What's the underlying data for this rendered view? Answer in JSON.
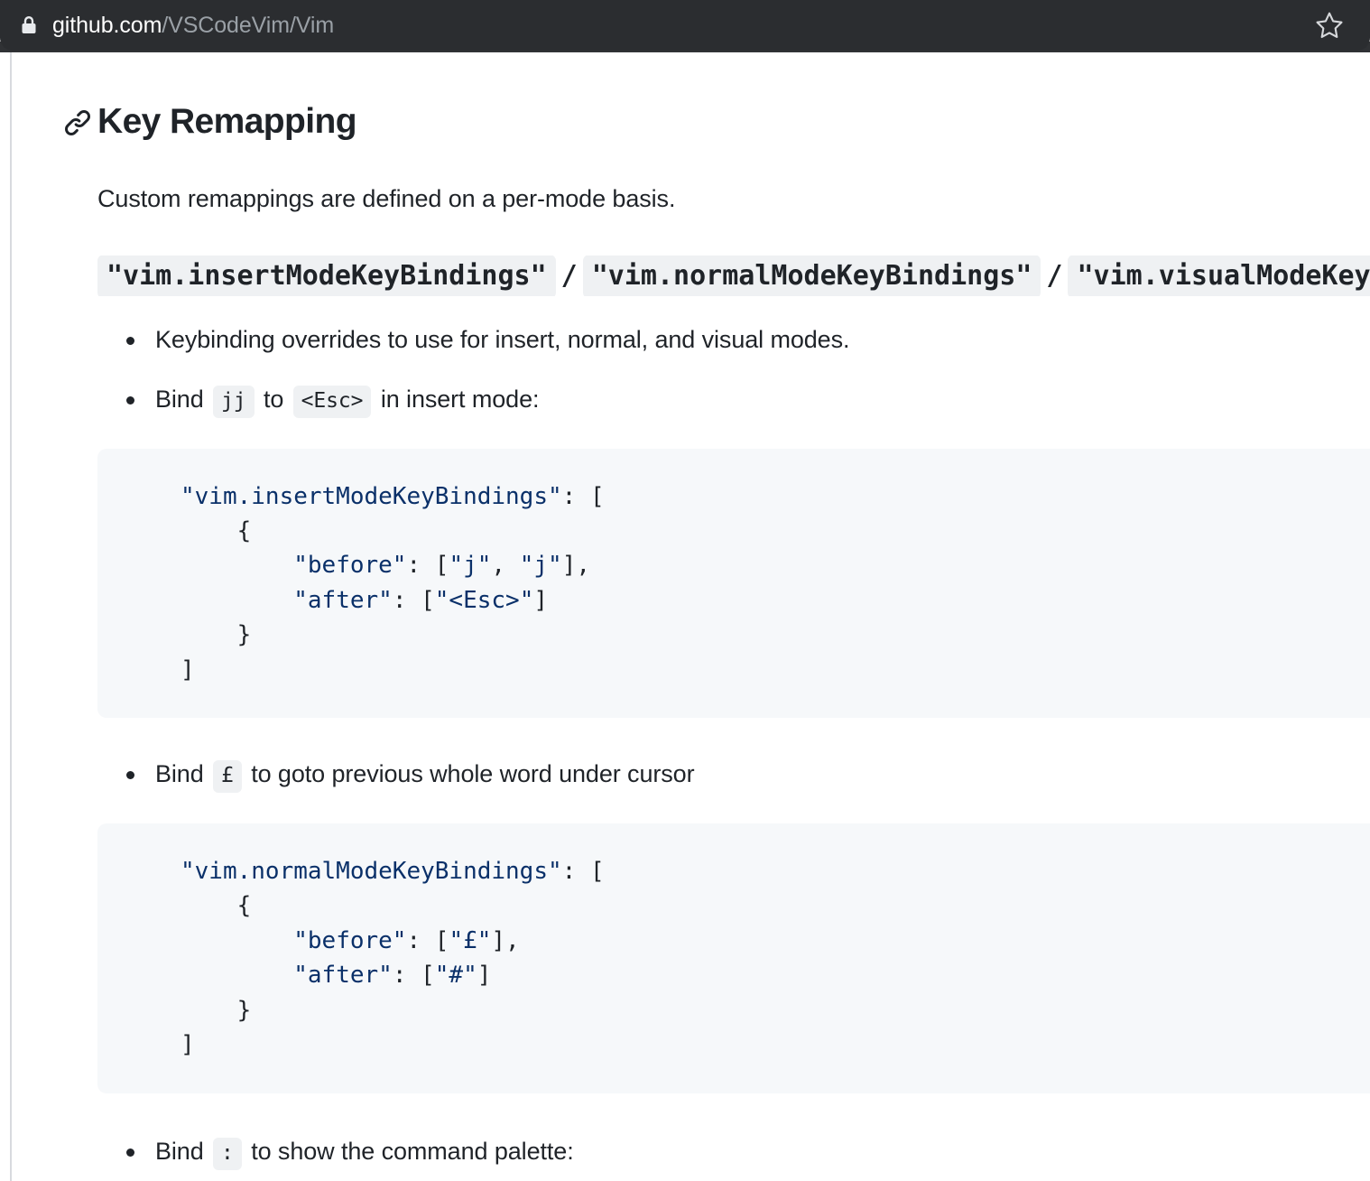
{
  "browser": {
    "lock_icon": "lock-icon",
    "url_host": "github.com",
    "url_path": "/VSCodeVim/Vim",
    "bookmark_icon": "star-icon"
  },
  "heading": {
    "anchor_icon": "link-icon",
    "title": "Key Remapping"
  },
  "intro_paragraph": "Custom remappings are defined on a per-mode basis.",
  "settings_line": {
    "codes": [
      "\"vim.insertModeKeyBindings\"",
      "\"vim.normalModeKeyBindings\"",
      "\"vim.visualModeKeyBindings\""
    ],
    "separator": "/"
  },
  "bullets": [
    {
      "id": "overrides",
      "parts": [
        {
          "type": "text",
          "value": "Keybinding overrides to use for insert, normal, and visual modes."
        }
      ]
    },
    {
      "id": "bind-jj",
      "parts": [
        {
          "type": "text",
          "value": "Bind "
        },
        {
          "type": "code",
          "value": "jj"
        },
        {
          "type": "text",
          "value": " to "
        },
        {
          "type": "code",
          "value": "<Esc>"
        },
        {
          "type": "text",
          "value": " in insert mode:"
        }
      ]
    },
    {
      "id": "bind-pound",
      "parts": [
        {
          "type": "text",
          "value": "Bind "
        },
        {
          "type": "code",
          "value": "£"
        },
        {
          "type": "text",
          "value": " to goto previous whole word under cursor"
        }
      ]
    },
    {
      "id": "bind-colon",
      "parts": [
        {
          "type": "text",
          "value": "Bind "
        },
        {
          "type": "code",
          "value": ":"
        },
        {
          "type": "text",
          "value": " to show the command palette:"
        }
      ]
    }
  ],
  "code_blocks": [
    {
      "id": "insert-mode-block",
      "lines": [
        [
          {
            "t": "s",
            "v": "\"vim.insertModeKeyBindings\""
          },
          {
            "t": "p",
            "v": ": ["
          }
        ],
        [
          {
            "t": "p",
            "v": "    {"
          }
        ],
        [
          {
            "t": "p",
            "v": "        "
          },
          {
            "t": "s",
            "v": "\"before\""
          },
          {
            "t": "p",
            "v": ": ["
          },
          {
            "t": "s",
            "v": "\"j\""
          },
          {
            "t": "p",
            "v": ", "
          },
          {
            "t": "s",
            "v": "\"j\""
          },
          {
            "t": "p",
            "v": "],"
          }
        ],
        [
          {
            "t": "p",
            "v": "        "
          },
          {
            "t": "s",
            "v": "\"after\""
          },
          {
            "t": "p",
            "v": ": ["
          },
          {
            "t": "s",
            "v": "\"<Esc>\""
          },
          {
            "t": "p",
            "v": "]"
          }
        ],
        [
          {
            "t": "p",
            "v": "    }"
          }
        ],
        [
          {
            "t": "p",
            "v": "]"
          }
        ]
      ]
    },
    {
      "id": "normal-mode-block",
      "lines": [
        [
          {
            "t": "s",
            "v": "\"vim.normalModeKeyBindings\""
          },
          {
            "t": "p",
            "v": ": ["
          }
        ],
        [
          {
            "t": "p",
            "v": "    {"
          }
        ],
        [
          {
            "t": "p",
            "v": "        "
          },
          {
            "t": "s",
            "v": "\"before\""
          },
          {
            "t": "p",
            "v": ": ["
          },
          {
            "t": "s",
            "v": "\"£\""
          },
          {
            "t": "p",
            "v": "],"
          }
        ],
        [
          {
            "t": "p",
            "v": "        "
          },
          {
            "t": "s",
            "v": "\"after\""
          },
          {
            "t": "p",
            "v": ": ["
          },
          {
            "t": "s",
            "v": "\"#\""
          },
          {
            "t": "p",
            "v": "]"
          }
        ],
        [
          {
            "t": "p",
            "v": "    }"
          }
        ],
        [
          {
            "t": "p",
            "v": "]"
          }
        ]
      ]
    }
  ],
  "colors": {
    "urlbar_bg": "#2b2d30",
    "code_string": "#0a3069",
    "code_block_bg": "#f6f8fa",
    "inline_code_bg": "#eff1f3",
    "text": "#1f2328",
    "url_path": "#9aa0a6"
  }
}
